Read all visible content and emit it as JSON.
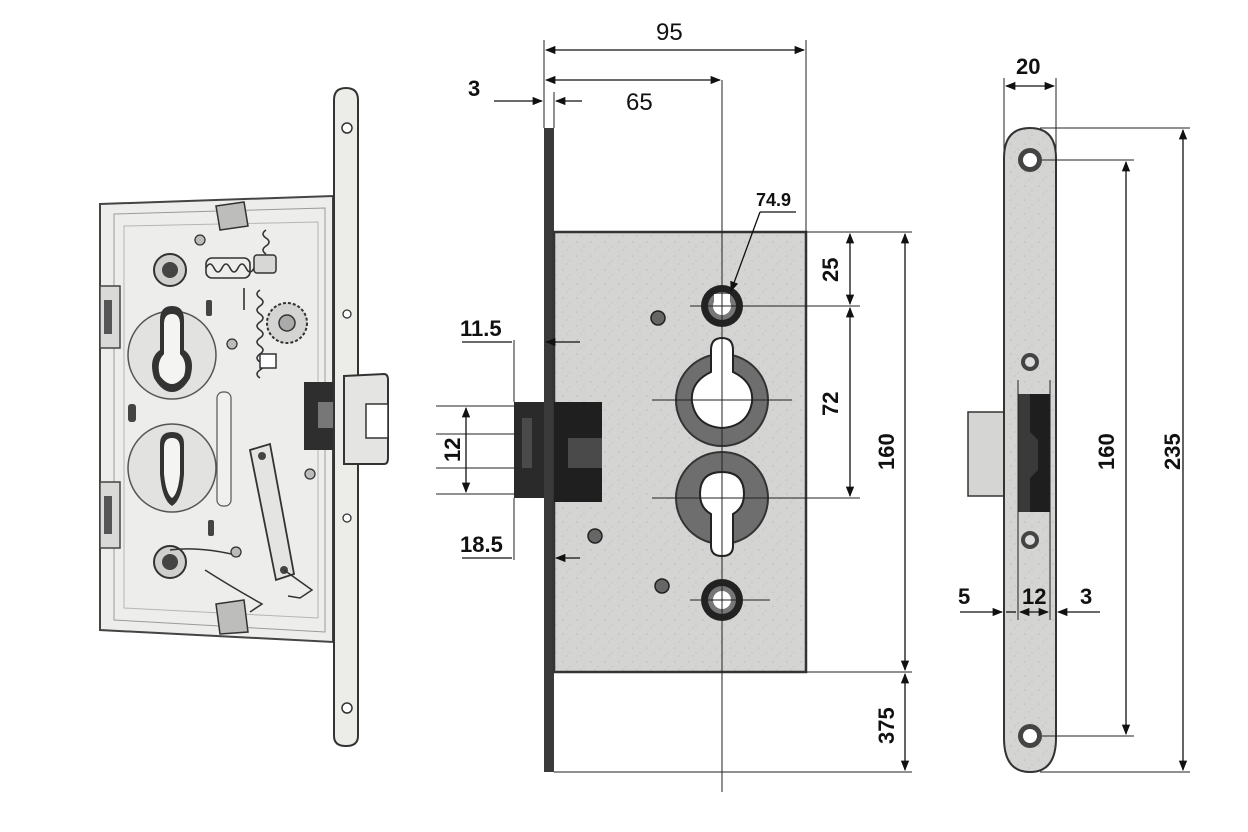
{
  "colors": {
    "plate": "#d3d3d1",
    "plate_dark": "#3a3a3a",
    "metal_light": "#ececea",
    "ink": "#111111",
    "ring": "#6e6e6e"
  },
  "dimensions": {
    "overall_depth": "95",
    "backset": "65",
    "faceplate_thickness": "3",
    "top_hole_offset": "74.9",
    "upper_offset": "25",
    "cylinder_spacing": "72",
    "case_height": "160",
    "lower_offset": "375",
    "latch_projection": "11.5",
    "latch_height": "12",
    "latch_clearance": "18.5",
    "faceplate_width": "20",
    "screw_spacing": "160",
    "faceplate_length": "235",
    "strike_left": "5",
    "strike_width": "12",
    "strike_right": "3"
  }
}
